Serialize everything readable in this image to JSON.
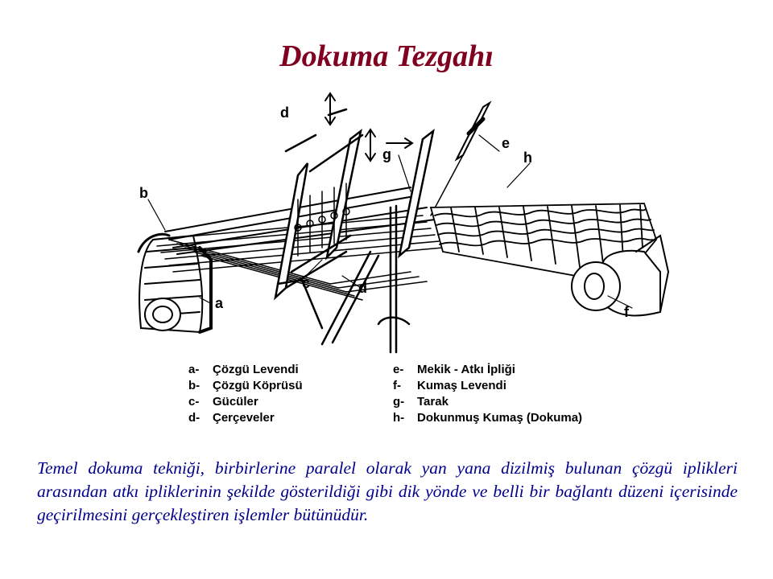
{
  "title": "Dokuma Tezgahı",
  "diagram": {
    "callouts": [
      "a",
      "b",
      "c",
      "d",
      "d",
      "e",
      "f",
      "g",
      "h"
    ],
    "legend_left": [
      {
        "key": "a-",
        "text": "Çözgü Levendi"
      },
      {
        "key": "b-",
        "text": "Çözgü Köprüsü"
      },
      {
        "key": "c-",
        "text": "Gücüler"
      },
      {
        "key": "d-",
        "text": "Çerçeveler"
      }
    ],
    "legend_right": [
      {
        "key": "e-",
        "text": "Mekik - Atkı İpliği"
      },
      {
        "key": "f-",
        "text": "Kumaş Levendi"
      },
      {
        "key": "g-",
        "text": "Tarak"
      },
      {
        "key": "h-",
        "text": "Dokunmuş Kumaş (Dokuma)"
      }
    ]
  },
  "caption": "Temel dokuma tekniği, birbirlerine paralel olarak yan yana dizilmiş bulunan çözgü iplikleri arasından atkı ipliklerinin şekilde gösterildiği gibi dik yönde ve belli bir bağlantı düzeni içerisinde geçirilmesini gerçekleştiren işlemler bütünüdür.",
  "colors": {
    "title": "#800020",
    "caption": "#00008b",
    "drawing": "#000000"
  }
}
